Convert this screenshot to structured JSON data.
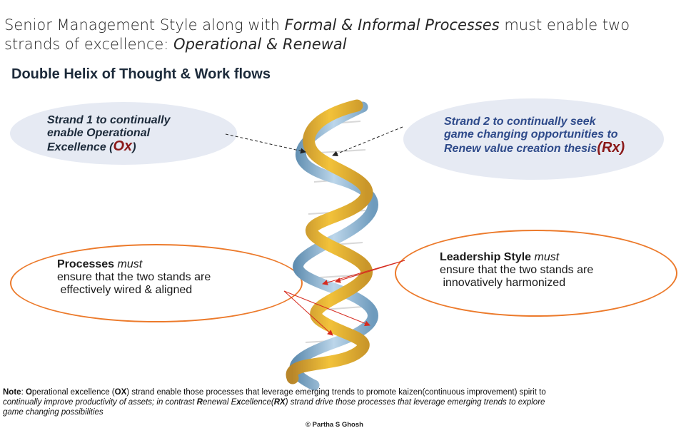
{
  "title": {
    "part1": "Senior Management Style along with ",
    "part2_italic": "Formal & Informal Processes",
    "part3": " must enable two strands of excellence: ",
    "part4_italic": "Operational & Renewal"
  },
  "subtitle": "Double Helix of Thought & Work flows",
  "strand1": {
    "line1": "Strand 1 to continually",
    "line2": "enable Operational",
    "line3": "Excellence (",
    "code": "Ox",
    "close": ")"
  },
  "strand2": {
    "line1": "Strand 2 to continually seek",
    "line2": "game changing opportunities to",
    "line3": "Renew value creation thesis",
    "code": "(Rx)"
  },
  "processes": {
    "bold": "Processes",
    "italic": " must",
    "line2": "ensure that the two stands are",
    "line3": " effectively wired & aligned"
  },
  "leadership": {
    "bold": "Leadership Style",
    "italic": " must",
    "line2": "ensure that the two stands are",
    "line3": " innovatively harmonized"
  },
  "note": {
    "label": "Note",
    "colon": ": ",
    "seg1_bold": "O",
    "seg2": "perational e",
    "seg3_bold": "x",
    "seg4": "cellence (",
    "seg5_bold": "OX",
    "seg6": ") strand enable those processes that leverage emerging trends to promote kaizen(continuous improvement) spirit to",
    "italic_part1": "continually improve productivity of assets; in contrast ",
    "italic_bold_R": "R",
    "italic_part2": "enewal E",
    "italic_bold_x": "x",
    "italic_part3": "cellence(",
    "italic_bold_RX": "RX",
    "italic_part4": ") strand drive those processes that leverage emerging trends to explore",
    "italic_line3": "game changing possibilities"
  },
  "copyright": "© Partha S Ghosh",
  "colors": {
    "accent_orange": "#ec7a2b",
    "strand_gold": "#c9962a",
    "strand_blue": "#7ea7c4",
    "arrow_red": "#d62b1f"
  }
}
